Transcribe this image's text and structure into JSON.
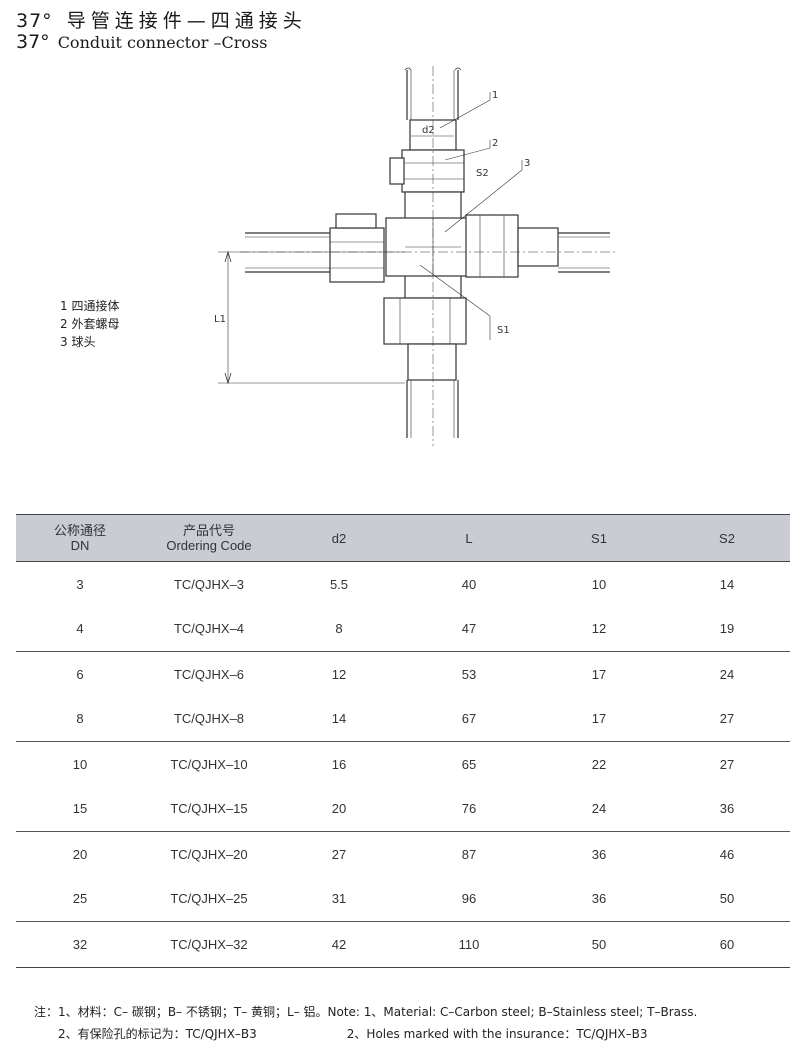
{
  "header": {
    "degree_cn": "37°",
    "title_cn": "导管连接件—四通接头",
    "degree_en": "37°",
    "title_en": "Conduit connector –Cross"
  },
  "drawing": {
    "dim_d2": "d2",
    "dim_s2": "S2",
    "dim_s1": "S1",
    "dim_l1": "L1",
    "callout_1": "1",
    "callout_2": "2",
    "callout_3": "3"
  },
  "legend": [
    "1 四通接体",
    "2 外套螺母",
    "3 球头"
  ],
  "table": {
    "headers": [
      {
        "cn": "公称通径",
        "en": "DN"
      },
      {
        "cn": "产品代号",
        "en": "Ordering Code"
      },
      {
        "cn": "",
        "en": "d2"
      },
      {
        "cn": "",
        "en": "L"
      },
      {
        "cn": "",
        "en": "S1"
      },
      {
        "cn": "",
        "en": "S2"
      }
    ],
    "rows": [
      [
        "3",
        "TC/QJHX–3",
        "5.5",
        "40",
        "10",
        "14"
      ],
      [
        "4",
        "TC/QJHX–4",
        "8",
        "47",
        "12",
        "19"
      ],
      [
        "6",
        "TC/QJHX–6",
        "12",
        "53",
        "17",
        "24"
      ],
      [
        "8",
        "TC/QJHX–8",
        "14",
        "67",
        "17",
        "27"
      ],
      [
        "10",
        "TC/QJHX–10",
        "16",
        "65",
        "22",
        "27"
      ],
      [
        "15",
        "TC/QJHX–15",
        "20",
        "76",
        "24",
        "36"
      ],
      [
        "20",
        "TC/QJHX–20",
        "27",
        "87",
        "36",
        "46"
      ],
      [
        "25",
        "TC/QJHX–25",
        "31",
        "96",
        "36",
        "50"
      ],
      [
        "32",
        "TC/QJHX–32",
        "42",
        "110",
        "50",
        "60"
      ]
    ]
  },
  "notes": {
    "line1": "注：1、材料：C– 碳钢；B– 不锈钢；T– 黄铜；L– 铝。Note: 1、Material: C–Carbon steel; B–Stainless steel; T–Brass.",
    "line2_cn": "2、有保险孔的标记为：TC/QJHX–B3",
    "line2_en": "2、Holes marked with the insurance：TC/QJHX–B3"
  }
}
